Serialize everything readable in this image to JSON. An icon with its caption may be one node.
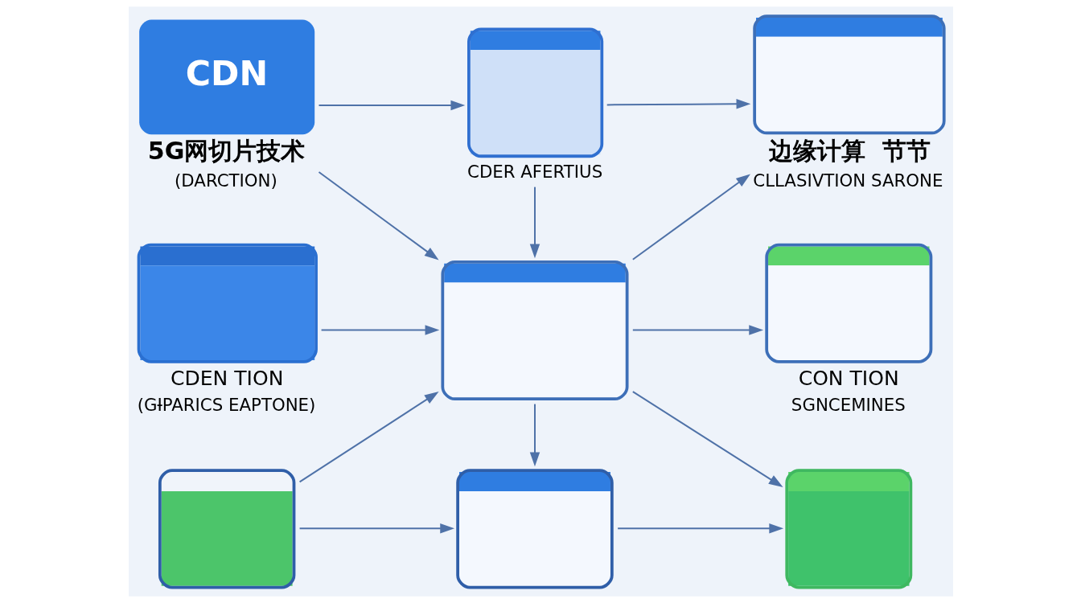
{
  "diagram": {
    "nodes": [
      {
        "text": [
          "CDN"
        ],
        "beside": [
          "5G网切片技术",
          "(DARCTION)"
        ]
      },
      {
        "text": [],
        "shape": "picture",
        "beside": [
          "CDER AFERTIUS"
        ]
      },
      {
        "text": [],
        "shape": "picture",
        "beside": [
          "边缘计算  节节",
          "CLLASIVTION SARONE"
        ]
      },
      {
        "text": [],
        "shape": "picture",
        "beside": [
          "CDEN TION",
          "(GƗPARICS EAPTONE)"
        ]
      },
      {
        "text": [],
        "shape": "picture"
      },
      {
        "text": [],
        "shape": "picture",
        "beside": [
          "CON TION",
          "SGNCEMINES"
        ]
      },
      {
        "text": [],
        "shape": "picture"
      },
      {
        "text": [],
        "shape": "picture"
      },
      {
        "text": [],
        "shape": "picture"
      }
    ],
    "edges": [
      {
        "from": 0,
        "to": 1,
        "arrow": "to"
      },
      {
        "from": 1,
        "to": 2,
        "arrow": "to"
      },
      {
        "from": 0,
        "to": 4,
        "arrow": "to"
      },
      {
        "from": 1,
        "to": 4,
        "arrow": "to"
      },
      {
        "from": 4,
        "to": 2,
        "arrow": "to"
      },
      {
        "from": 3,
        "to": 4,
        "arrow": "to"
      },
      {
        "from": 4,
        "to": 5,
        "arrow": "to"
      },
      {
        "from": 6,
        "to": 4,
        "arrow": "to"
      },
      {
        "from": 4,
        "to": 7,
        "arrow": "to"
      },
      {
        "from": 4,
        "to": 8,
        "arrow": "to"
      },
      {
        "from": 6,
        "to": 7,
        "arrow": "to"
      },
      {
        "from": 7,
        "to": 8,
        "arrow": "to"
      }
    ]
  }
}
